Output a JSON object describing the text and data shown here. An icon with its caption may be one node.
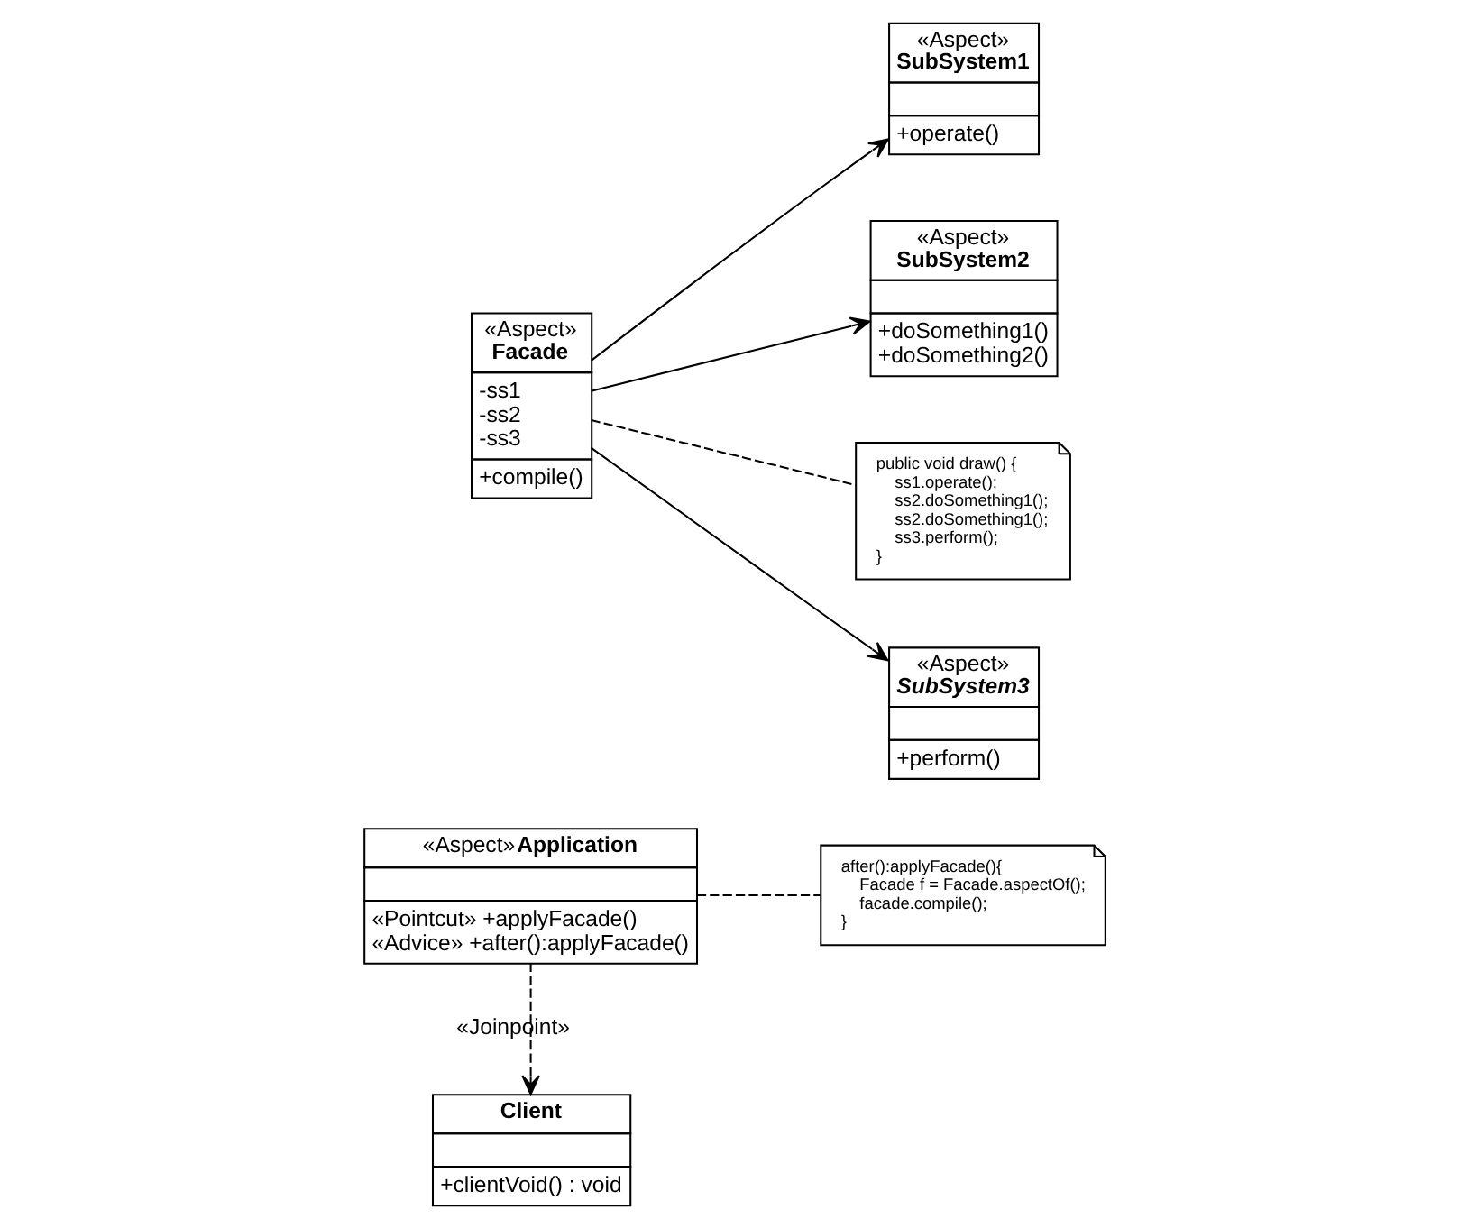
{
  "diagram": {
    "nodes": [
      {
        "text": [
          "«Aspect»",
          "Application",
          "«Pointcut» +applyFacade()",
          "«Advice» +after():applyFacade()"
        ]
      },
      {
        "text": [
          "after():applyFacade(){",
          "Facade f = Facade.aspectOf();",
          "facade.compile();",
          "}"
        ]
      },
      {
        "text": [
          "«Aspect»",
          "SubSystem1",
          "+operate()"
        ]
      },
      {
        "text": [
          "«Aspect»",
          "Facade",
          "-ss1",
          "-ss2",
          "-ss3",
          "+compile()"
        ]
      },
      {
        "text": [
          "«Aspect»",
          "SubSystem2",
          "+doSomething1()",
          "+doSomething2()"
        ]
      },
      {
        "text": [
          "Client",
          "+clientVoid() : void"
        ]
      },
      {
        "text": [
          "public void draw() {",
          "ss1.operate();",
          "ss2.doSomething1();",
          "ss2.doSomething1();",
          "ss3.perform();",
          "}"
        ]
      },
      {
        "text": [
          "«Aspect»",
          "SubSystem3",
          "+perform()"
        ]
      }
    ],
    "edges": [
      {
        "from": 0,
        "to": 5,
        "arrow": "to",
        "label": "«Joinpoint»",
        "style": "dashed"
      },
      {
        "from": 0,
        "to": 1,
        "arrow": "none",
        "style": "dashed"
      },
      {
        "from": 3,
        "to": 6,
        "arrow": "none",
        "style": "dashed"
      },
      {
        "from": 3,
        "to": 2,
        "arrow": "to"
      },
      {
        "from": 3,
        "to": 4,
        "arrow": "to"
      },
      {
        "from": 3,
        "to": 7,
        "arrow": "to"
      }
    ]
  }
}
